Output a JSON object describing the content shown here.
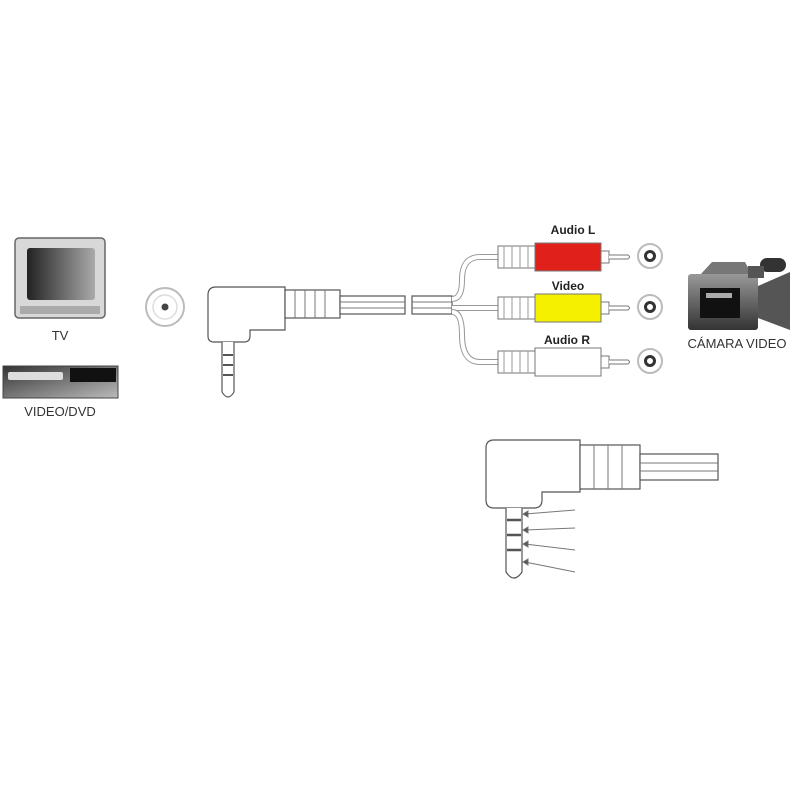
{
  "labels": {
    "tv": "TV",
    "video_dvd": "VIDEO/DVD",
    "audio_l": "Audio L",
    "video": "Video",
    "audio_r": "Audio R",
    "camera": "CÁMARA VIDEO"
  },
  "colors": {
    "audio_l": "#e0201a",
    "video": "#f5ef00",
    "audio_r": "#ffffff"
  }
}
